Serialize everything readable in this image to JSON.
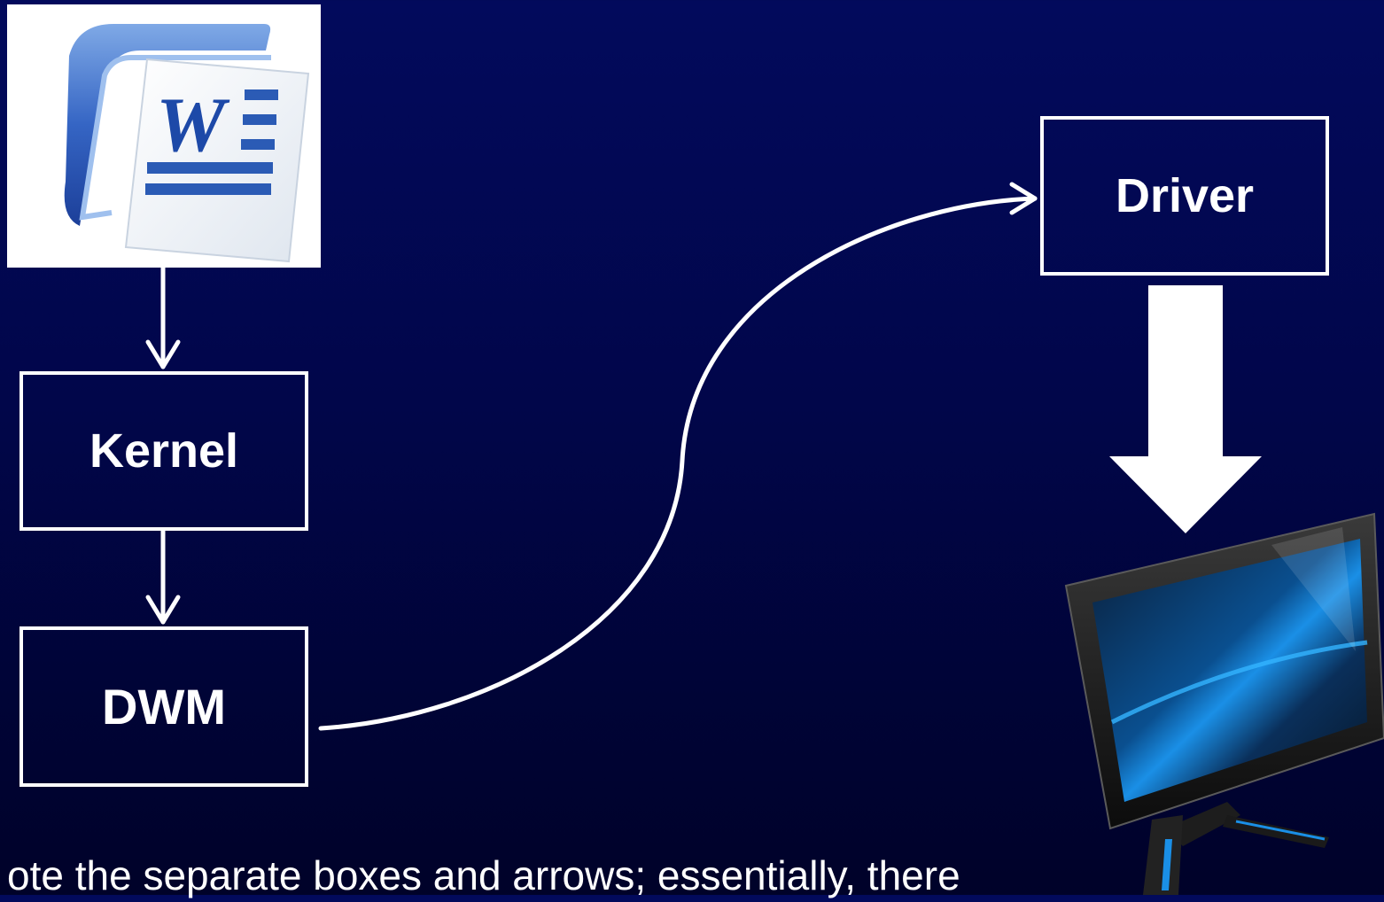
{
  "diagram": {
    "nodes": [
      {
        "id": "app",
        "kind": "icon",
        "icon": "word-document-icon"
      },
      {
        "id": "kernel",
        "label": "Kernel"
      },
      {
        "id": "dwm",
        "label": "DWM"
      },
      {
        "id": "driver",
        "label": "Driver"
      },
      {
        "id": "monitor",
        "kind": "icon",
        "icon": "monitor-icon"
      }
    ],
    "edges": [
      {
        "from": "app",
        "to": "kernel"
      },
      {
        "from": "kernel",
        "to": "dwm"
      },
      {
        "from": "dwm",
        "to": "driver"
      },
      {
        "from": "driver",
        "to": "monitor"
      }
    ]
  },
  "caption": "ote the separate boxes and arrows; essentially, there",
  "colors": {
    "background_top": "#020a5c",
    "background_bottom": "#000229",
    "foreground": "#ffffff",
    "word_blue": "#2b5bb5",
    "screen_blue": "#1a8fe6"
  }
}
